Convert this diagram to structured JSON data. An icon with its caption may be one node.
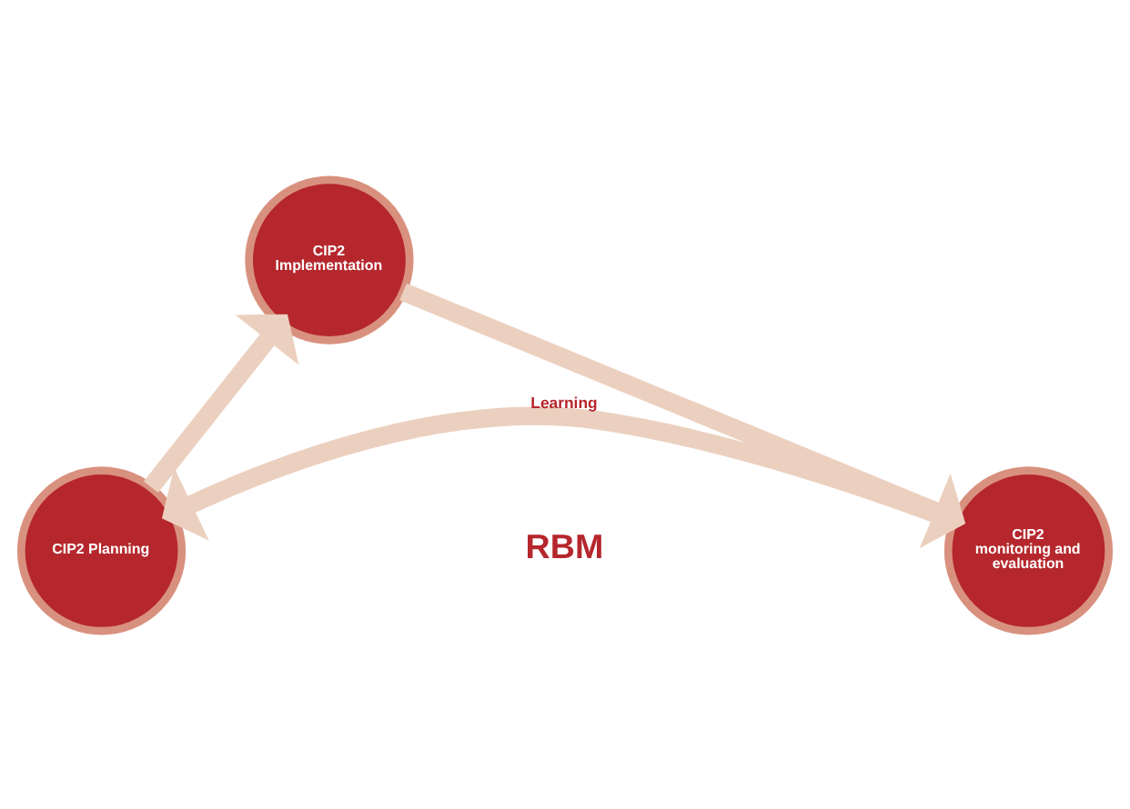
{
  "diagram": {
    "nodes": [
      {
        "text": [
          "CIP2 Implementation"
        ]
      },
      {
        "text": [
          "CIP2 Planning"
        ]
      },
      {
        "text": [
          "CIP2 monitoring and evaluation"
        ]
      }
    ],
    "edges": [
      {
        "from": 1,
        "to": 0,
        "arrow": "to"
      },
      {
        "from": 0,
        "to": 2,
        "arrow": "to"
      },
      {
        "from": 2,
        "to": 1,
        "arrow": "to",
        "label": "Learning"
      }
    ],
    "labels": [
      "RBM"
    ]
  }
}
